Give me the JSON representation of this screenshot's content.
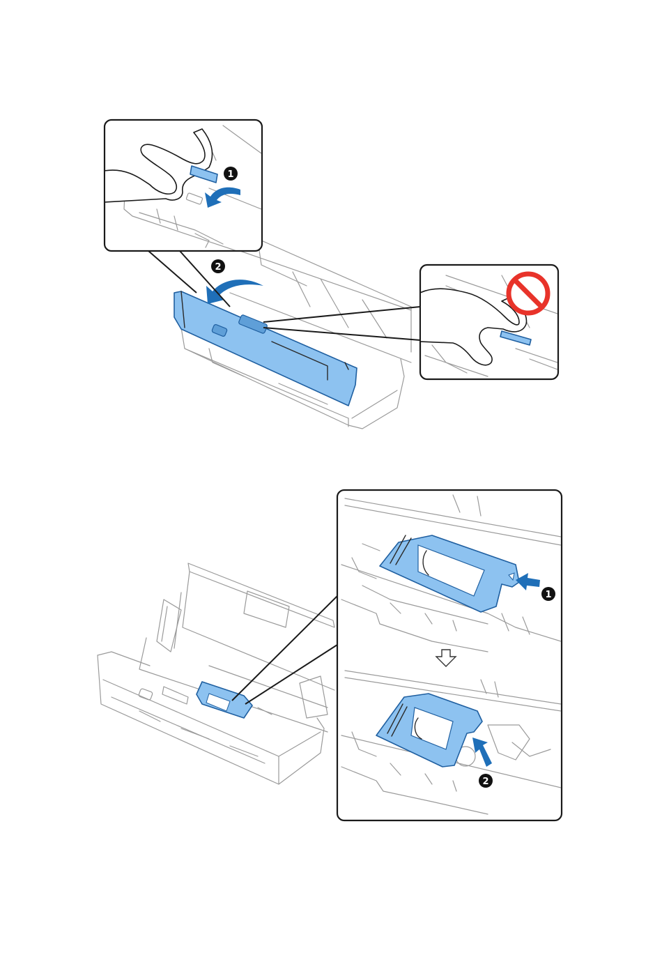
{
  "figure_top": {
    "steps": [
      {
        "number": "1"
      },
      {
        "number": "2"
      }
    ],
    "prohibited_icon": "no-symbol-icon"
  },
  "figure_bottom": {
    "steps": [
      {
        "number": "1"
      },
      {
        "number": "2"
      }
    ],
    "transition_icon": "arrow-down-outline-icon"
  },
  "colors": {
    "cover_fill": "#8dc2f0",
    "cover_stroke": "#1f5fa0",
    "arrow": "#1f6fb8",
    "prohibited": "#e8332a",
    "badge": "#111111"
  }
}
